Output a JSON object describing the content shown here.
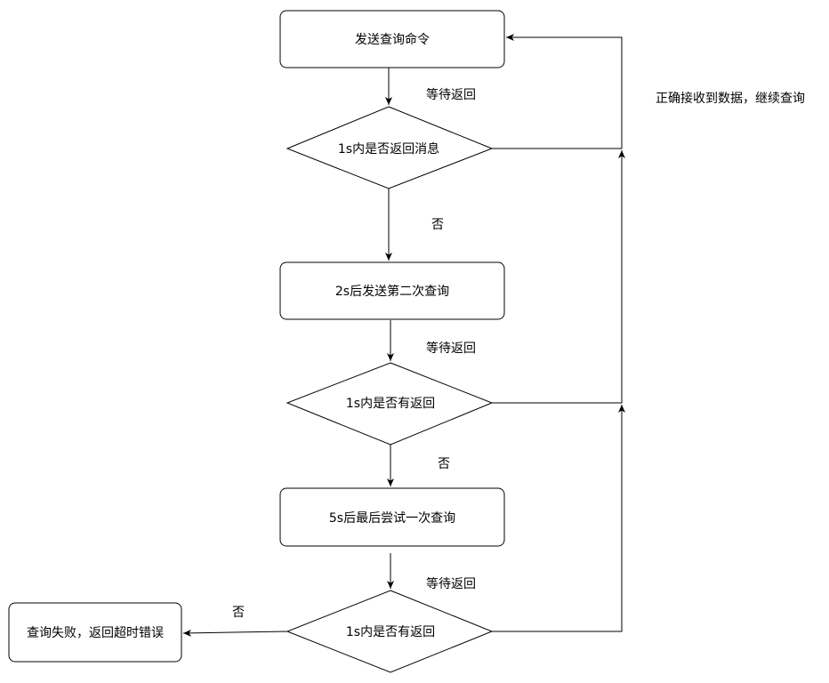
{
  "diagram": {
    "nodes": {
      "send_query": "发送查询命令",
      "check_1": "1s内是否返回消息",
      "second_query": "2s后发送第二次查询",
      "check_2": "1s内是否有返回",
      "last_query": "5s后最后尝试一次查询",
      "check_3": "1s内是否有返回",
      "fail": "查询失败，返回超时错误"
    },
    "edge_labels": {
      "wait_1": "等待返回",
      "no_1": "否",
      "wait_2": "等待返回",
      "no_2": "否",
      "wait_3": "等待返回",
      "no_3": "否",
      "success": "正确接收到数据，继续查询"
    }
  }
}
